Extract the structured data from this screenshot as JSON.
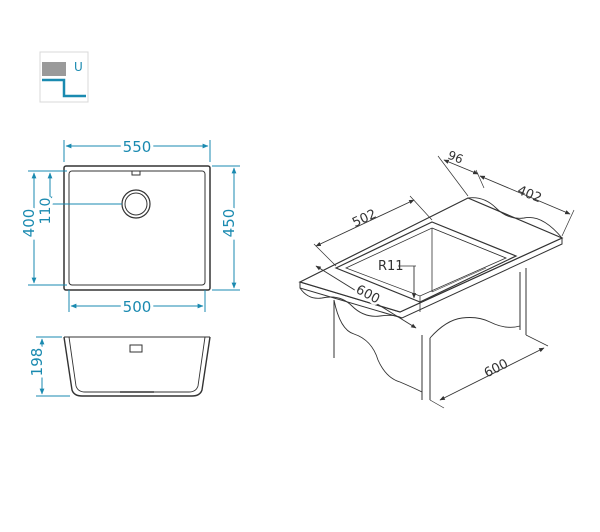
{
  "mount_icon": {
    "name": "undermount-icon",
    "label": "U",
    "accent": "#1a8ab0"
  },
  "top_view": {
    "outer_width": "550",
    "inner_width": "500",
    "outer_height": "450",
    "inner_height": "400",
    "drain_offset": "110"
  },
  "section_view": {
    "depth": "198"
  },
  "iso_view": {
    "bowl_length": "502",
    "top_offset": "96",
    "bowl_width": "402",
    "corner_radius": "R11",
    "cabinet_width_front": "600",
    "cabinet_width_side": "600"
  },
  "colors": {
    "dimension": "#1a8ab0",
    "outline": "#333333",
    "grey": "#9a9a9a"
  }
}
